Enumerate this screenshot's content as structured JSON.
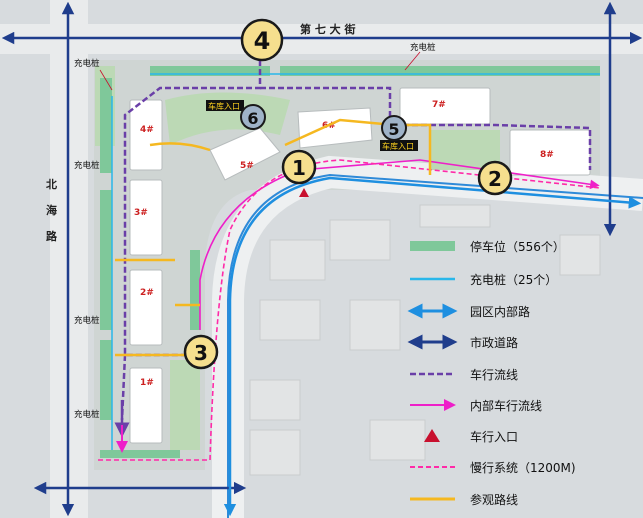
{
  "map": {
    "road_labels": {
      "north": "第 七 大 街",
      "west": [
        "北",
        "海",
        "路"
      ]
    },
    "buildings": [
      "1#",
      "2#",
      "3#",
      "4#",
      "5#",
      "6#",
      "7#",
      "8#"
    ],
    "charging_label": "充电桩",
    "entrance_label": "车库入口",
    "numbered_markers": [
      "1",
      "2",
      "3",
      "4",
      "5",
      "6"
    ],
    "legend": [
      {
        "label": "停车位（556个）",
        "icon": "parking-swatch",
        "color": "#7fc89a"
      },
      {
        "label": "充电桩（25个）",
        "icon": "charging-line",
        "color": "#29b7ea"
      },
      {
        "label": "园区内部路",
        "icon": "double-arrow-light",
        "color": "#1e8fe0"
      },
      {
        "label": "市政道路",
        "icon": "double-arrow-dark",
        "color": "#1f3d8c"
      },
      {
        "label": "车行流线",
        "icon": "purple-dashed-line",
        "color": "#6a3fa8"
      },
      {
        "label": "内部车行流线",
        "icon": "magenta-arrow",
        "color": "#ee1fc9"
      },
      {
        "label": "车行入口",
        "icon": "red-triangle",
        "color": "#c8102e"
      },
      {
        "label": "慢行系统（1200M)",
        "icon": "pink-dashed-line",
        "color": "#ff2aa8"
      },
      {
        "label": "参观路线",
        "icon": "yellow-line",
        "color": "#f5b820"
      }
    ]
  }
}
